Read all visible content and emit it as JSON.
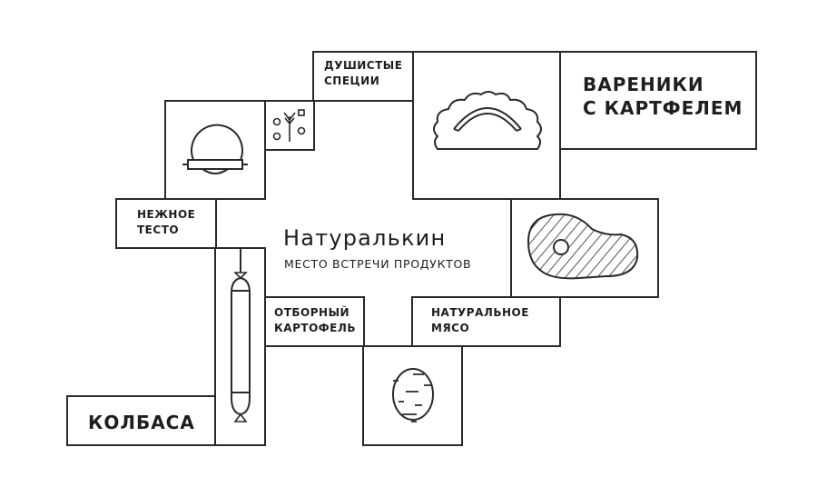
{
  "brand": {
    "title": "Натуралькин",
    "subtitle": "место встречи продуктов"
  },
  "blocks": {
    "spices": "ДУШИСТЫЕ\nСПЕЦИИ",
    "vareniki": "ВАРЕНИКИ\nС КАРТФЕЛЕМ",
    "dough": "НЕЖНОЕ\nТЕСТО",
    "potato": "ОТБОРНЫЙ\nКАРТОФЕЛЬ",
    "meat": "НАТУРАЛЬНОЕ\nМЯСО",
    "sausage": "КОЛБАСА"
  },
  "icons": [
    "bread-icon",
    "spices-icon",
    "dumpling-icon",
    "steak-icon",
    "sausage-icon",
    "potato-icon"
  ],
  "colors": {
    "line": "#2a2a2a",
    "background": "#ffffff"
  }
}
